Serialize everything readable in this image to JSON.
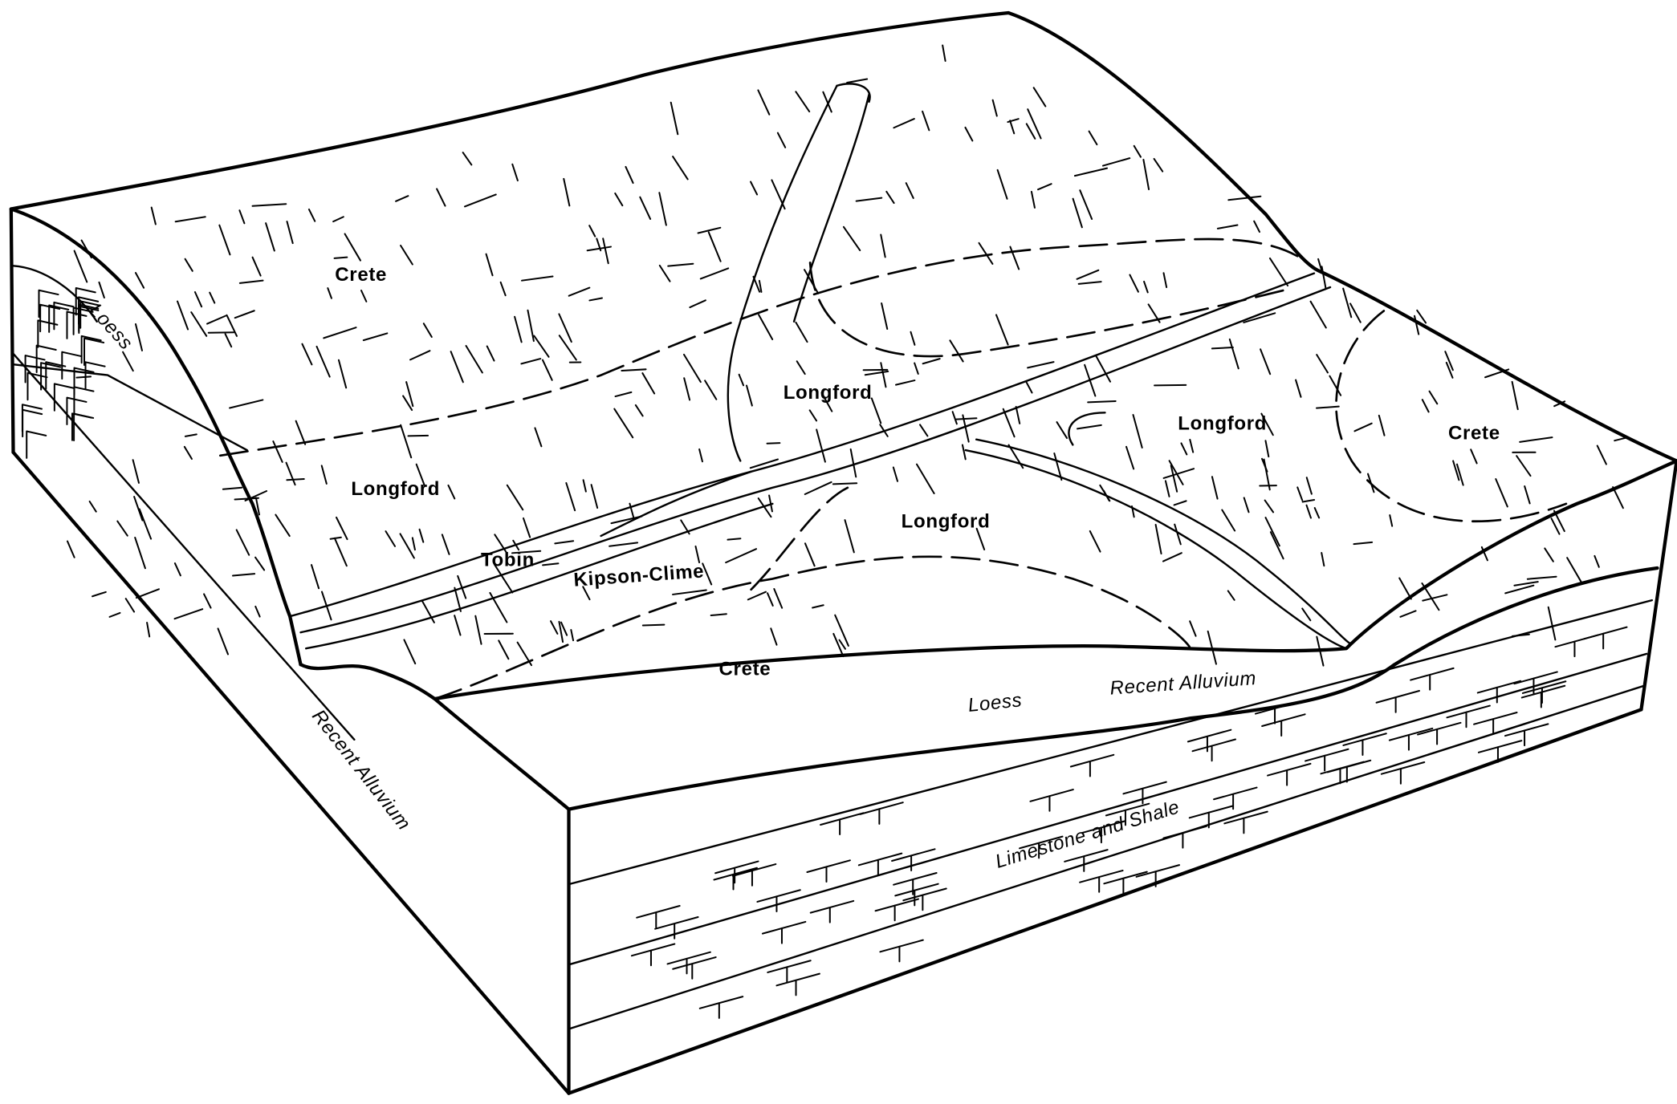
{
  "diagram": {
    "surface_labels": {
      "crete_upper_left": "Crete",
      "longford_left": "Longford",
      "longford_center": "Longford",
      "longford_right": "Longford",
      "crete_right": "Crete",
      "longford_lower": "Longford",
      "tobin": "Tobin",
      "kipson_clime": "Kipson-Clime",
      "crete_front": "Crete"
    },
    "section_labels": {
      "loess_left": "Loess",
      "loess_front": "Loess",
      "recent_alluvium_front": "Recent Alluvium",
      "recent_alluvium_left": "Recent Alluvium",
      "limestone_and_shale": "Limestone and Shale"
    }
  }
}
